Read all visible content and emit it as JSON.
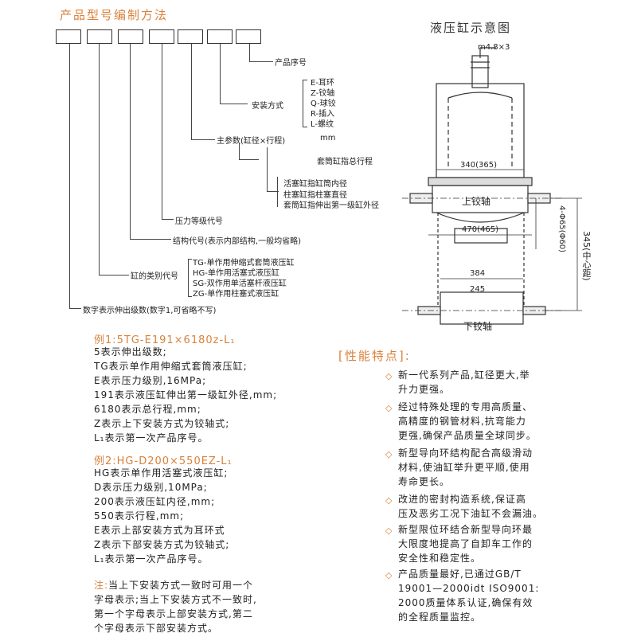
{
  "heading": "产品型号编制方法",
  "diagram": {
    "title": "液压缸示意图",
    "top_label": "m4.8×3",
    "dim_340": "340(365)",
    "upper_pivot": "上铰轴",
    "dim_470": "470(465)",
    "dim_right_small": "4-Φ65(Φ60)",
    "dim_right_big": "345(中心距)",
    "dim_384": "384",
    "dim_245": "245",
    "lower_pivot": "下铰轴"
  },
  "code_map": {
    "product_seq": "产品序号",
    "mount_label": "安装方式",
    "mount_options": [
      "E-耳环",
      "Z-铰轴",
      "Q-球铰",
      "R-插入",
      "L-螺纹"
    ],
    "main_param": "主参数(缸径×行程)",
    "unit_mm": "mm",
    "sleeve_stroke": "套筒缸指总行程",
    "param_notes": [
      "活塞缸指缸筒内径",
      "柱塞缸指柱塞直径",
      "套筒缸指伸出第一级缸外径"
    ],
    "pressure_code": "压力等级代号",
    "struct_code": "结构代号(表示内部结构,一般均省略)",
    "cyl_type_label": "缸的类别代号",
    "cyl_types": [
      "TG-单作用伸缩式套筒液压缸",
      "HG-单作用活塞式液压缸",
      "SG-双作用单活塞杆液压缸",
      "ZG-单作用柱塞式液压缸"
    ],
    "stages": "数字表示伸出级数(数字1,可省略不写)"
  },
  "example1": {
    "title": "例1:5TG-E191×6180z-L₁",
    "lines": [
      "5表示伸出级数;",
      "TG表示单作用伸缩式套筒液压缸;",
      "E表示压力级别,16MPa;",
      "191表示液压缸伸出第一级缸外径,mm;",
      "6180表示总行程,mm;",
      "Z表示上下安装方式为铰轴式;",
      "L₁表示第一次产品序号。"
    ]
  },
  "example2": {
    "title": "例2:HG-D200×550EZ-L₁",
    "lines": [
      "HG表示单作用活塞式液压缸;",
      "D表示压力级别,10MPa;",
      "200表示液压缸内径,mm;",
      "550表示行程,mm;",
      "E表示上部安装方式为耳环式",
      "Z表示下部安装方式为铰轴式;",
      "L₁表示第一次产品序号。"
    ]
  },
  "note": {
    "prefix": "注:",
    "lines": [
      "当上下安装方式一致时可用一个",
      "字母表示;当上下安装方式不一致时,",
      "第一个字母表示上部安装方式,第二",
      "个字母表示下部安装方式。"
    ]
  },
  "features": {
    "title": "[性能特点]:",
    "items": [
      [
        "新一代系列产品,缸径更大,举",
        "升力更强。"
      ],
      [
        "经过特殊处理的专用高质量、",
        "高精度的钢管材料,抗弯能力",
        "更强,确保产品质量全球同步。"
      ],
      [
        "新型导向环结构配合高级滑动",
        "材料,使油缸举升更平顺,使用",
        "寿命更长。"
      ],
      [
        "改进的密封构造系统,保证高",
        "压及恶劣工况下油缸不会漏油。"
      ],
      [
        "新型限位环结合新型导向环最",
        "大限度地提高了自卸车工作的",
        "安全性和稳定性。"
      ],
      [
        "产品质量最好,已通过GB/T",
        "19001—2000idt ISO9001:",
        "2000质量体系认证,确保有效",
        "的全程质量监控。"
      ]
    ]
  },
  "colors": {
    "accent": "#d9823b",
    "text": "#222222",
    "line": "#444444"
  }
}
